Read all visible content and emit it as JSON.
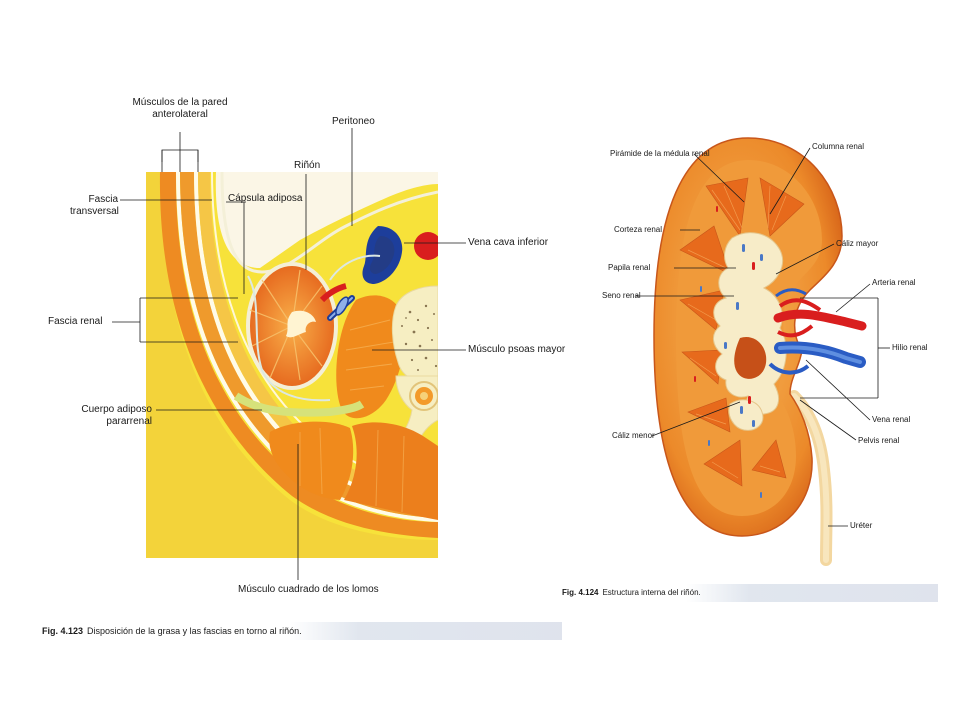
{
  "figure_left": {
    "labels": {
      "musculos": "Músculos de la pared",
      "musculos2": "anterolateral",
      "peritoneo": "Peritoneo",
      "rinon": "Riñón",
      "fascia_transversal": "Fascia",
      "fascia_transversal2": "transversal",
      "capsula_adiposa": "Cápsula adiposa",
      "vena_cava": "Vena cava inferior",
      "fascia_renal": "Fascia renal",
      "psoas": "Músculo psoas mayor",
      "cuerpo_adiposo": "Cuerpo adiposo",
      "cuerpo_adiposo2": "pararrenal",
      "cuadrado": "Músculo cuadrado de los lomos"
    },
    "caption": {
      "number": "Fig. 4.123",
      "text": "Disposición de la grasa y las fascias en torno al riñón."
    }
  },
  "figure_right": {
    "labels": {
      "piramide": "Pirámide de la médula renal",
      "columna": "Columna renal",
      "corteza": "Corteza renal",
      "caliz_mayor": "Cáliz mayor",
      "papila": "Papila renal",
      "arteria": "Arteria renal",
      "seno": "Seno renal",
      "hilio": "Hilio renal",
      "vena": "Vena renal",
      "pelvis": "Pelvis renal",
      "caliz_menor": "Cáliz menor",
      "ureter": "Uréter"
    },
    "caption": {
      "number": "Fig. 4.124",
      "text": "Estructura interna del riñón."
    }
  },
  "colors": {
    "yellow": "#f7e23a",
    "orange": "#f08a1c",
    "dark_orange": "#e2691a",
    "cream": "#f6eec2",
    "blue": "#1d3e9b",
    "red": "#d91e1e"
  }
}
